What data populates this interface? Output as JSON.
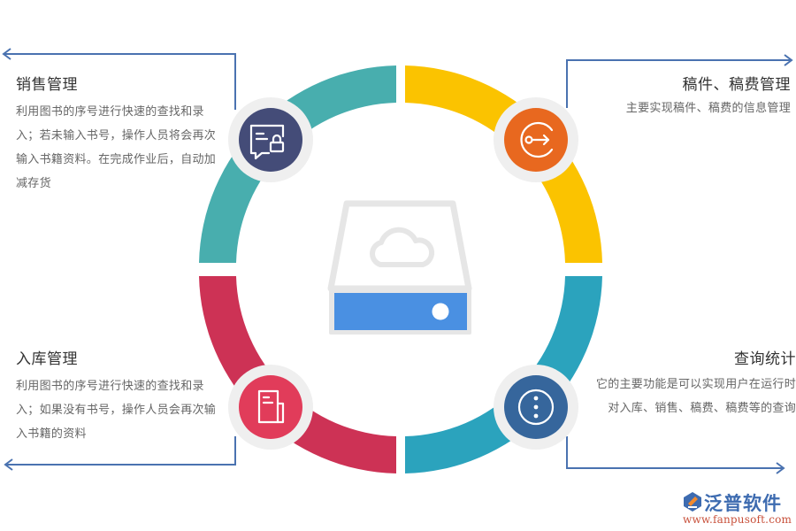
{
  "colors": {
    "segment_top_left": "#48aeae",
    "segment_top_right": "#fbc300",
    "segment_bottom_left": "#cd3255",
    "segment_bottom_right": "#2ba3bd",
    "icon_top_left": "#444c78",
    "icon_top_right": "#e8681f",
    "icon_bottom_left": "#e13c5a",
    "icon_bottom_right": "#36669c",
    "icon_ring": "#efefef",
    "connector": "#4a72b0",
    "center_drive_body": "#e6e6e6",
    "center_drive_panel": "#4a90e2"
  },
  "sections": {
    "top_left": {
      "title": "销售管理",
      "description": "利用图书的序号进行快速的查找和录入；若未输入书号，操作人员将会再次输入书籍资料。在完成作业后，自动加减存货",
      "icon": "message-lock-icon"
    },
    "top_right": {
      "title": "稿件、稿费管理",
      "description": "主要实现稿件、稿费的信息管理",
      "icon": "key-exit-icon"
    },
    "bottom_left": {
      "title": "入库管理",
      "description": "利用图书的序号进行快速的查找和录入；如果没有书号，操作人员会再次输入书籍的资料",
      "icon": "document-icon"
    },
    "bottom_right": {
      "title": "查询统计",
      "description": "它的主要功能是可以实现用户在运行时对入库、销售、稿费、稿费等的查询",
      "icon": "more-vertical-icon"
    }
  },
  "center": {
    "icon": "cloud-storage-drive-icon"
  },
  "logo": {
    "brand": "泛普软件",
    "url": "www.fanpusoft.com"
  }
}
